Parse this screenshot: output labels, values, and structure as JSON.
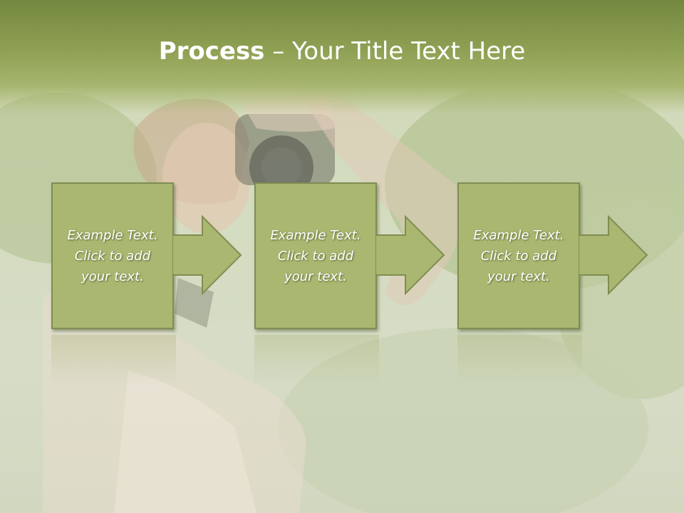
{
  "slide": {
    "title_bold": "Process",
    "title_rest": " – Your Title Text Here"
  },
  "steps": [
    {
      "line1": "Example Text.",
      "line2": "Click  to add",
      "line3": "your text."
    },
    {
      "line1": "Example Text.",
      "line2": "Click  to add",
      "line3": "your text."
    },
    {
      "line1": "Example Text.",
      "line2": "Click  to add",
      "line3": "your text."
    }
  ],
  "colors": {
    "header": "#8fa154",
    "box_fill": "#a9b771",
    "box_border": "#7f8d52",
    "text": "#ffffff"
  }
}
